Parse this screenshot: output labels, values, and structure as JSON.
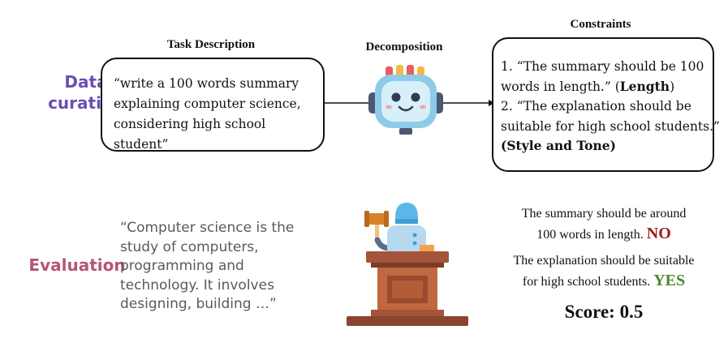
{
  "colors": {
    "data_curation": "#6a4fb3",
    "evaluation": "#b5547a",
    "no": "#9b1b1b",
    "yes": "#4a8a2c"
  },
  "rows": {
    "data_curation_line1": "Data",
    "data_curation_line2": "curation",
    "evaluation": "Evaluation"
  },
  "task": {
    "header": "Task Description",
    "lines": [
      "“write a 100 words summary",
      "explaining computer science,",
      "considering high school student”"
    ]
  },
  "decomposition": {
    "header": "Decomposition",
    "icon": "robot-icon"
  },
  "constraints": {
    "header": "Constraints",
    "c1_line1": "1. “The summary should be 100",
    "c1_line2_text": "words in length.” (",
    "c1_tag": "Length",
    "c1_close": ")",
    "c2_line1": "2. “The explanation should be",
    "c2_line2": "suitable for high school students.”",
    "c2_open": "(",
    "c2_tag": "Style and Tone",
    "c2_close": ")"
  },
  "response": {
    "lines": [
      "“Computer science is the",
      "study of computers,",
      "programming and",
      "technology. It involves",
      "designing, building …”"
    ]
  },
  "judge": {
    "icon": "judge-podium-icon"
  },
  "evaluation": {
    "r1_line1": "The summary should be around",
    "r1_line2": "100 words in length.",
    "r1_verdict": "NO",
    "r2_line1": "The explanation should be suitable",
    "r2_line2": "for high school students.",
    "r2_verdict": "YES",
    "score": "Score: 0.5"
  }
}
